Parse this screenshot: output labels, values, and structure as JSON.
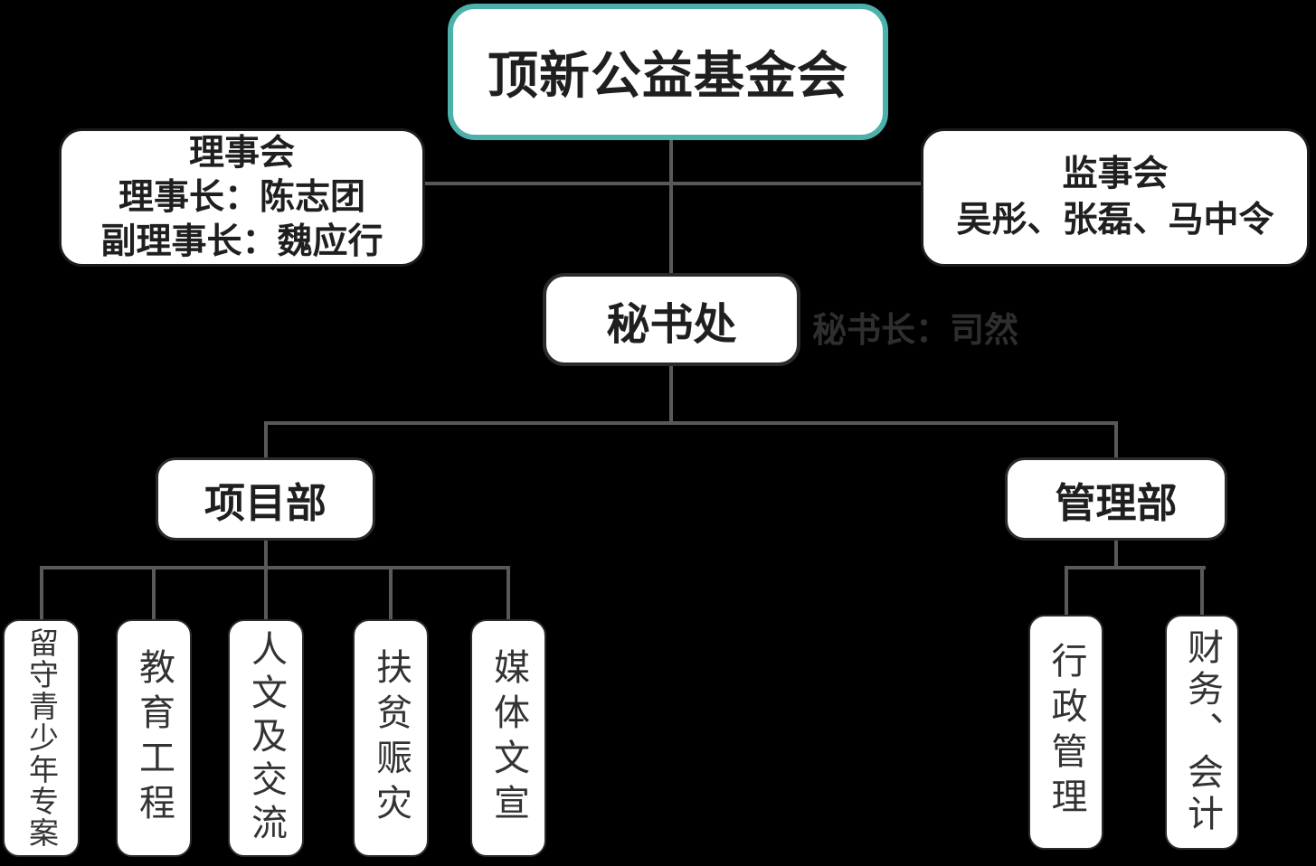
{
  "colors": {
    "background": "#000000",
    "accent_teal": "#4db1ab",
    "connector_gray": "#595959",
    "node_background": "#ffffff",
    "node_text": "#1f1f1f",
    "note_text": "#2e2e2e"
  },
  "org_chart": {
    "root": {
      "label": "顶新公益基金会"
    },
    "board": {
      "title": "理事会",
      "chair": "理事长：陈志团",
      "vice_chair": "副理事长：魏应行"
    },
    "supervisors": {
      "title": "监事会",
      "members": "吴彤、张磊、马中令"
    },
    "secretariat": {
      "label": "秘书处",
      "note": "秘书长：司然"
    },
    "project_dept": {
      "label": "项目部",
      "children": [
        "留守青少年专案",
        "教育工程",
        "人文及交流",
        "扶贫赈灾",
        "媒体文宣"
      ]
    },
    "admin_dept": {
      "label": "管理部",
      "children": [
        "行政管理",
        "财务、会计"
      ]
    }
  }
}
